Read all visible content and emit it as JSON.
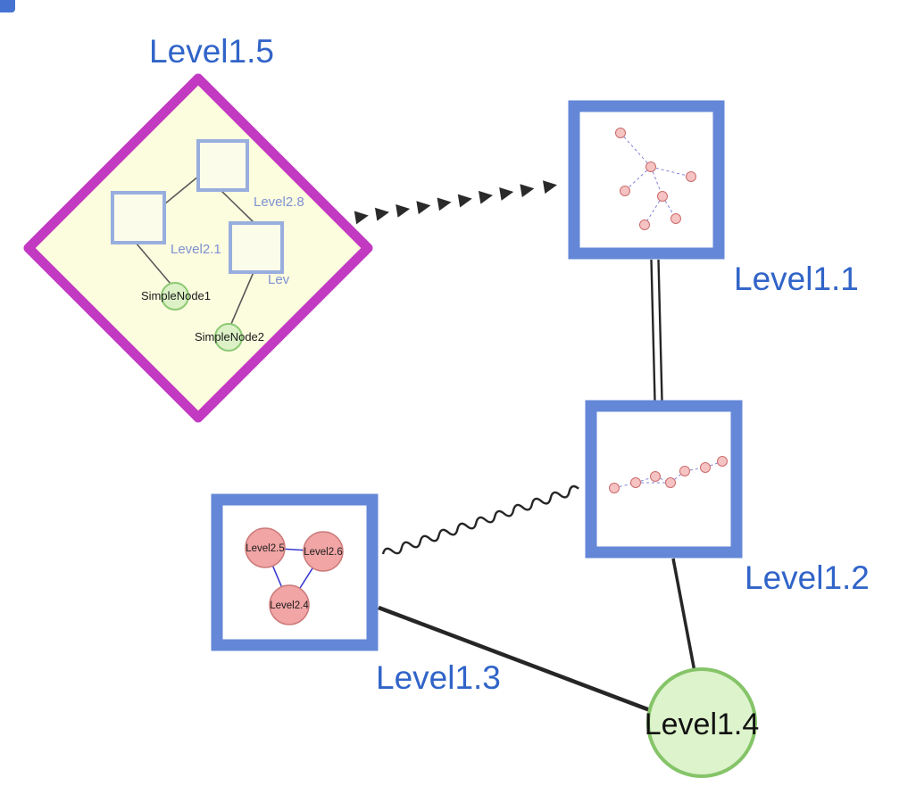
{
  "nodes": {
    "level1_5": {
      "label": "Level1.5",
      "shape": "diamond"
    },
    "level1_1": {
      "label": "Level1.1",
      "shape": "square"
    },
    "level1_2": {
      "label": "Level1.2",
      "shape": "square"
    },
    "level1_3": {
      "label": "Level1.3",
      "shape": "square"
    },
    "level1_4": {
      "label": "Level1.4",
      "shape": "circle"
    }
  },
  "level1_5_contents": {
    "squares": [
      {
        "label": "Level2.8"
      },
      {
        "label": "Level2.1"
      },
      {
        "label": "Lev"
      }
    ],
    "circles": [
      {
        "label": "SimpleNode1"
      },
      {
        "label": "SimpleNode2"
      }
    ]
  },
  "level1_3_contents": {
    "circles": [
      {
        "label": "Level2.5"
      },
      {
        "label": "Level2.6"
      },
      {
        "label": "Level2.4"
      }
    ]
  },
  "edges": [
    {
      "from": "Level1.5",
      "to": "Level1.1",
      "style": "bold-dashed-arrowheads"
    },
    {
      "from": "Level1.1",
      "to": "Level1.2",
      "style": "double-line"
    },
    {
      "from": "Level1.3",
      "to": "Level1.2",
      "style": "wavy"
    },
    {
      "from": "Level1.3",
      "to": "Level1.4",
      "style": "solid-bold"
    },
    {
      "from": "Level1.2",
      "to": "Level1.4",
      "style": "solid"
    }
  ],
  "colors": {
    "label_blue": "#3164c8",
    "node_border_blue": "#6487d7",
    "diamond_magenta": "#c23ac2",
    "diamond_fill": "#fcfcdf",
    "inner_square_stroke": "#98aede",
    "inner_label_blue": "#7e92d2",
    "green_fill": "#dcf1c6",
    "green_stroke": "#8cc973",
    "pink_fill": "#f1a5a5",
    "pink_stroke": "#cc7a7a",
    "tiny_pink_fill": "#f6c3c3",
    "tiny_pink_stroke": "#cc6b6b",
    "dashed_edge_blue": "#8080d8",
    "triangle_edge_blue": "#3a3ad0",
    "edge_black": "#262626"
  }
}
